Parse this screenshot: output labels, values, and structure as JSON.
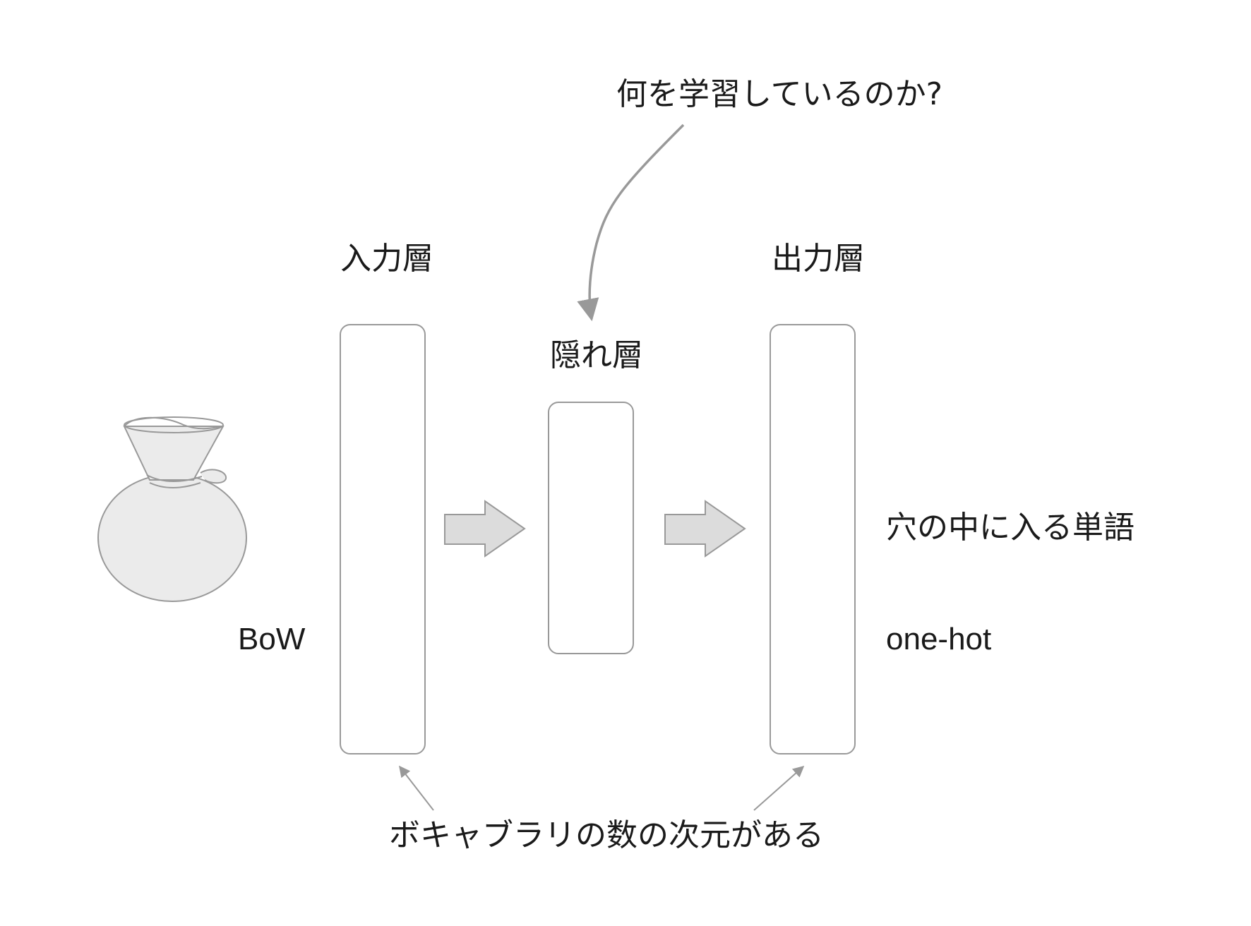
{
  "question": "何を学習しているのか?",
  "layers": {
    "input": "入力層",
    "hidden": "隠れ層",
    "output": "出力層"
  },
  "input_encoding": "BoW",
  "output_description": "穴の中に入る単語",
  "output_encoding": "one-hot",
  "dimension_note": "ボキャブラリの数の次元がある",
  "colors": {
    "stroke": "#999999",
    "arrow_fill": "#dcdcdc",
    "bag_fill": "#ebebeb",
    "text": "#1a1a1a"
  },
  "icons": [
    "money-bag-icon",
    "right-arrow-icon",
    "curved-arrow-icon"
  ]
}
